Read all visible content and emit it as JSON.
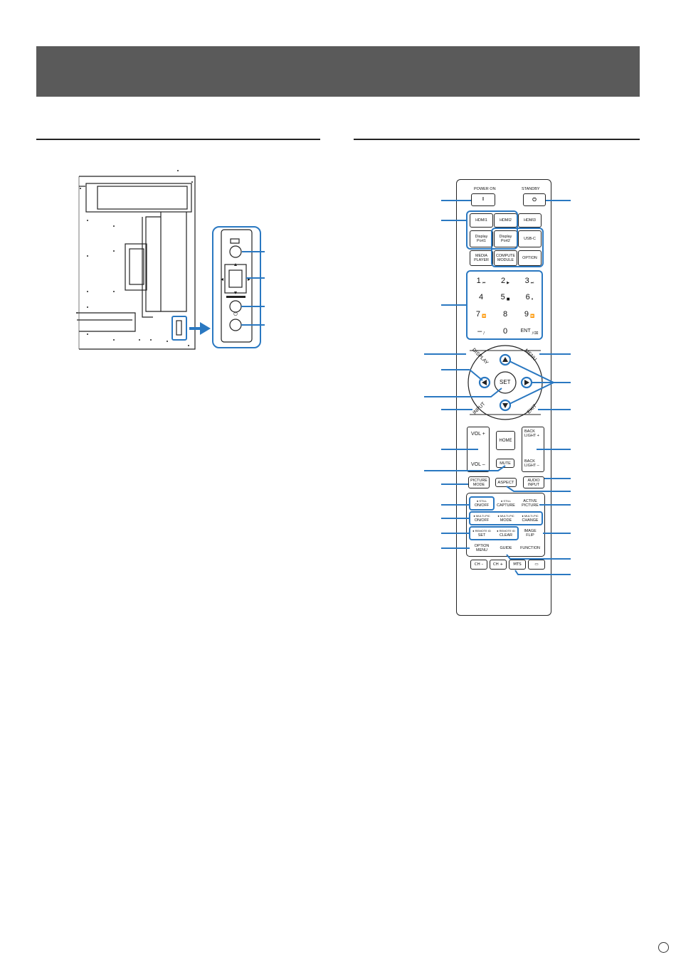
{
  "remote": {
    "power_on": "POWER ON",
    "standby": "STANDBY",
    "power_glyph": "I",
    "standby_glyph": "⏻",
    "inputs": [
      [
        "HDMI1",
        "HDMI2",
        "HDMI3"
      ],
      [
        "Display\nPort1",
        "Display\nPort2",
        "USB-C"
      ],
      [
        "MEDIA\nPLAYER",
        "COMPUTE\nMODULE",
        "OPTION"
      ]
    ],
    "keypad": {
      "digits": [
        "1",
        "2",
        "3",
        "4",
        "5",
        "6",
        "7",
        "8",
        "9",
        "–",
        "0",
        "ENT"
      ],
      "sub": [
        "⏮",
        "▶",
        "⏭",
        "",
        "■",
        "⏸",
        "⏪",
        "",
        "⏩",
        "/",
        "",
        "/⌫"
      ]
    },
    "dpad": {
      "display": "DISPLAY",
      "menu": "MENU",
      "input": "INPUT",
      "exit": "EXIT",
      "set": "SET",
      "up": "▲",
      "down": "▼",
      "left": "◀",
      "right": "▶"
    },
    "volume": {
      "up": "VOL +",
      "down": "VOL –"
    },
    "home": "HOME",
    "mute": "MUTE",
    "backlight": {
      "up": "BACK\nLIGHT +",
      "down": "BACK\nLIGHT –"
    },
    "row_picture": [
      "PICTURE\nMODE",
      "ASPECT",
      "AUDIO\nINPUT"
    ],
    "function_grid": [
      {
        "sup": "● STILL",
        "label": "ON/OFF"
      },
      {
        "sup": "● STILL",
        "label": "CAPTURE"
      },
      {
        "sup": "",
        "label": "ACTIVE\nPICTURE"
      },
      {
        "sup": "● MULTI-PIC",
        "label": "ON/OFF"
      },
      {
        "sup": "● MULTI-PIC",
        "label": "MODE"
      },
      {
        "sup": "● MULTI-PIC",
        "label": "CHANGE"
      },
      {
        "sup": "● REMOTE ID",
        "label": "SET"
      },
      {
        "sup": "● REMOTE ID",
        "label": "CLEAR"
      },
      {
        "sup": "",
        "label": "IMAGE\nFLIP"
      },
      {
        "sup": "",
        "label": "OPTION\nMENU"
      },
      {
        "sup": "",
        "label": "GUIDE"
      },
      {
        "sup": "",
        "label": "FUNCTION"
      }
    ],
    "bottom_row": [
      "CH –",
      "CH +",
      "MTS",
      "▭"
    ]
  },
  "colors": {
    "callout": "#2a78c1",
    "header_bar": "#5a5a5a",
    "line": "#222222"
  },
  "icons": [
    "power-on-icon",
    "standby-icon",
    "up-arrow-icon",
    "down-arrow-icon",
    "left-arrow-icon",
    "right-arrow-icon",
    "caption-icon",
    "arrow-right-icon"
  ]
}
